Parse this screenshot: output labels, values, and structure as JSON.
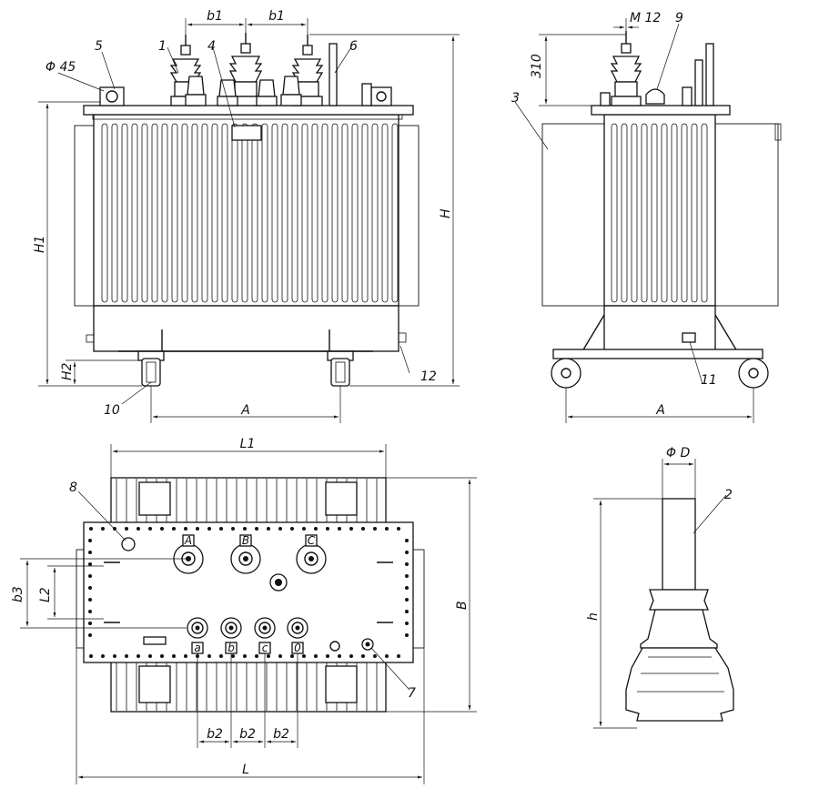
{
  "callouts": {
    "n1": "1",
    "n2": "2",
    "n3": "3",
    "n4": "4",
    "n5": "5",
    "n6": "6",
    "n7": "7",
    "n8": "8",
    "n9": "9",
    "n10": "10",
    "n11": "11",
    "n12": "12"
  },
  "dimensions": {
    "b1": "b1",
    "b2": "b2",
    "b3": "b3",
    "phi45": "Φ 45",
    "M12": "M 12",
    "d310": "310",
    "H": "H",
    "H1": "H1",
    "H2": "H2",
    "A": "A",
    "L": "L",
    "L1": "L1",
    "L2": "L2",
    "B": "B",
    "h": "h",
    "phiD": "Φ D"
  },
  "terminals": {
    "hv": [
      "A",
      "B",
      "C"
    ],
    "lv": [
      "a",
      "b",
      "c",
      "0"
    ]
  }
}
